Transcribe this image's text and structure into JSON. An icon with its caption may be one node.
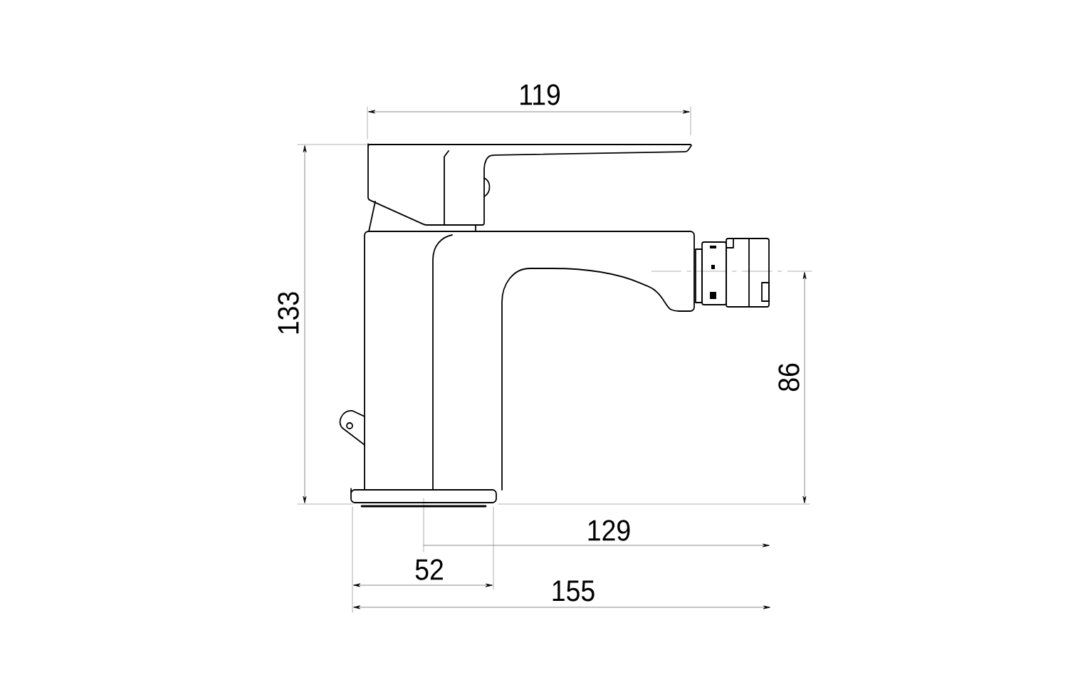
{
  "diagram": {
    "labels": [
      "119",
      "133",
      "86",
      "129",
      "52",
      "155"
    ]
  }
}
